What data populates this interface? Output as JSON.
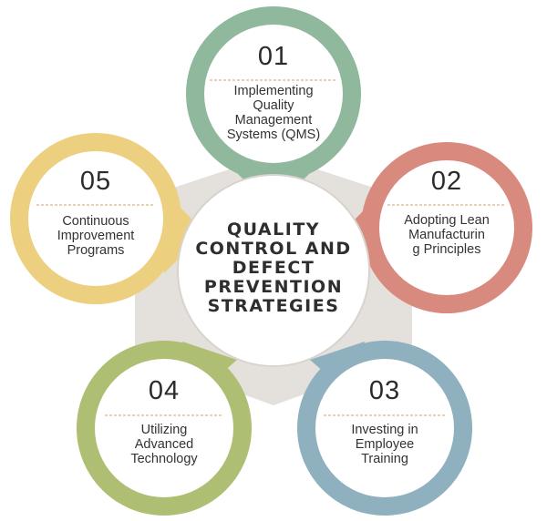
{
  "center": {
    "title_lines": [
      "QUALITY",
      "CONTROL AND",
      "DEFECT",
      "PREVENTION",
      "STRATEGIES"
    ]
  },
  "colors": {
    "pentagon": "#e4e0dc",
    "center_fill": "#ffffff",
    "node_01": "#8fb89c",
    "node_02": "#d98a7f",
    "node_03": "#8fb0bf",
    "node_04": "#aebe72",
    "node_05": "#ecd07f",
    "divider": "#c8a46a"
  },
  "nodes": [
    {
      "id": "01",
      "number": "01",
      "label_lines": [
        "Implementing",
        "Quality",
        "Management",
        "Systems (QMS)"
      ]
    },
    {
      "id": "02",
      "number": "02",
      "label_lines": [
        "Adopting Lean",
        "Manufacturin",
        "g Principles"
      ]
    },
    {
      "id": "03",
      "number": "03",
      "label_lines": [
        "Investing in",
        "Employee",
        "Training"
      ]
    },
    {
      "id": "04",
      "number": "04",
      "label_lines": [
        "Utilizing",
        "Advanced",
        "Technology"
      ]
    },
    {
      "id": "05",
      "number": "05",
      "label_lines": [
        "Continuous",
        "Improvement",
        "Programs"
      ]
    }
  ]
}
